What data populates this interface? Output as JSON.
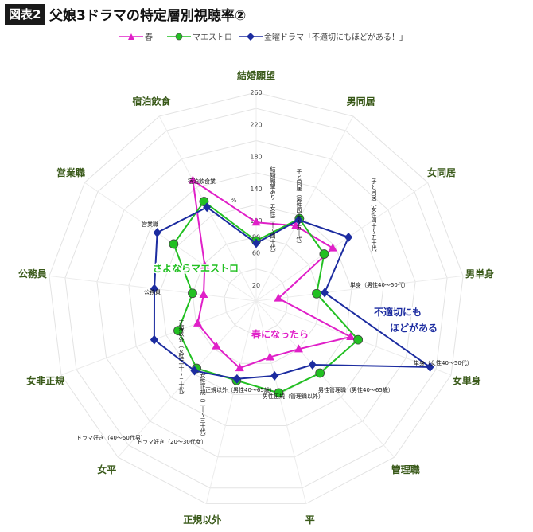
{
  "header": {
    "badge": "図表2",
    "title": "父娘3ドラマの特定層別視聴率②"
  },
  "chart_data": {
    "type": "radar",
    "categories": [
      "結婚願望",
      "男同居",
      "女同居",
      "男単身",
      "女単身",
      "管理職",
      "平",
      "正規以外",
      "女平",
      "女非正規",
      "公務員",
      "営業職",
      "宿泊飲食"
    ],
    "ticks": [
      "20",
      "60",
      "80",
      "100",
      "140",
      "180",
      "220",
      "260"
    ],
    "tick_values": [
      20,
      60,
      80,
      100,
      140,
      180,
      220,
      260
    ],
    "axis_max": 260,
    "percent_label": "%",
    "series": [
      {
        "name": "春",
        "color": "#e020c8",
        "values": [
          98,
          106,
          116,
          28,
          126,
          80,
          72,
          86,
          75,
          78,
          66,
          78,
          170
        ]
      },
      {
        "name": "マエストロ",
        "color": "#22c022",
        "values": [
          75,
          116,
          103,
          76,
          136,
          120,
          118,
          102,
          112,
          104,
          80,
          125,
          140
        ]
      },
      {
        "name": "金曜ドラマ「不適切にもほどがある！」",
        "color": "#1c2ca0",
        "values": [
          72,
          114,
          140,
          86,
          232,
          106,
          96,
          100,
          116,
          136,
          128,
          150,
          132
        ]
      }
    ],
    "annotations": [
      "結婚願望あり（女性二十～四十代）",
      "子と同居（男性四十～五十代）",
      "子と同居（女性四十～五十代）",
      "単身（男性40～50代）",
      "単身（女性40～50代）",
      "男性管理職（男性40～65歳）",
      "男性正規（管理職以外）",
      "正規以外（男性40～65歳）",
      "女性正規（二十～三十代）",
      "正規以外（女性二十～三十代）",
      "公務員",
      "営業職",
      "宿泊飲食業",
      "ドラマ好き（20～30代女）",
      "ドラマ好き（40～50代男）"
    ],
    "overlay_labels": [
      {
        "text": "さよならマエストロ",
        "color": "#22c022"
      },
      {
        "text": "春になったら",
        "color": "#e020c8"
      },
      {
        "text": "不適切にも",
        "color": "#1c2ca0"
      },
      {
        "text": "ほどがある",
        "color": "#1c2ca0"
      }
    ]
  }
}
